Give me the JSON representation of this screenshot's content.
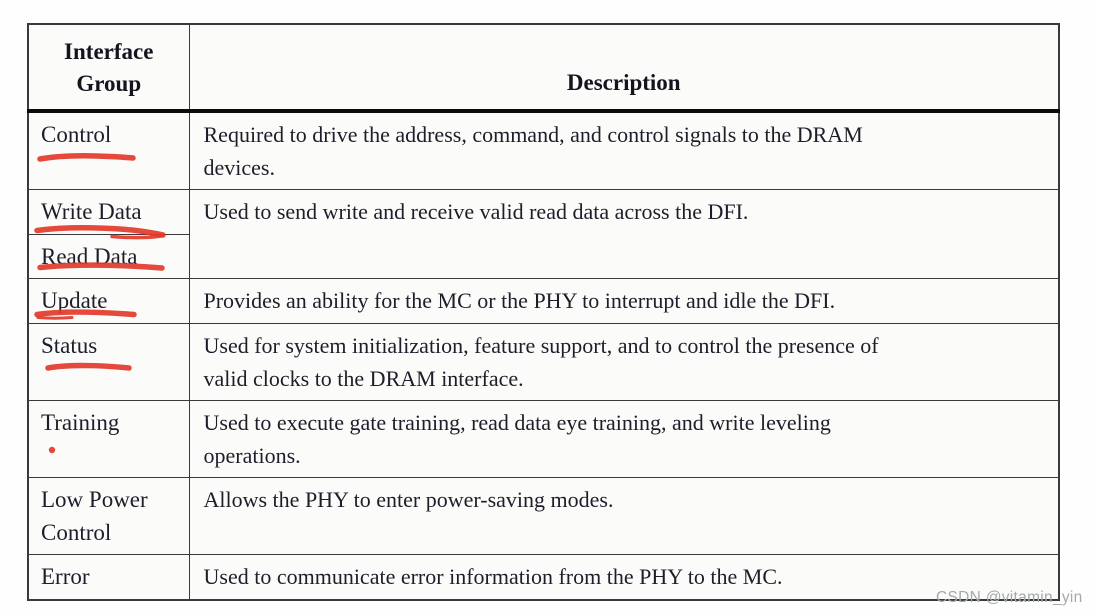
{
  "colors": {
    "accent_red": "#e23a2b",
    "text": "#1e1e2a",
    "border": "#3a3a3a",
    "header_sep": "#0b0b0b",
    "watermark": "#a3a9ae",
    "cell_bg": "#fbfbfa",
    "page_bg": "#fefefe"
  },
  "table": {
    "headers": [
      "Interface Group",
      "Description"
    ],
    "rows": [
      {
        "group": "Control",
        "description_lines": [
          "Required to drive the address, command, and control signals to the DRAM",
          "devices."
        ]
      },
      {
        "group": "Write Data",
        "description_lines": [
          "Used to send write and receive valid read data across the DFI."
        ]
      },
      {
        "group": "Read Data",
        "description_lines": []
      },
      {
        "group": "Update",
        "description_lines": [
          "Provides an ability for the MC or the PHY to interrupt and idle the DFI."
        ]
      },
      {
        "group": "Status",
        "description_lines": [
          "Used for system initialization, feature support, and to control the presence of",
          "valid clocks to the DRAM interface."
        ]
      },
      {
        "group": "Training",
        "description_lines": [
          "Used to execute gate training, read data eye training, and write leveling",
          "operations."
        ]
      },
      {
        "group": "Low Power Control",
        "description_lines": [
          "Allows the PHY to enter power-saving modes."
        ]
      },
      {
        "group": "Error",
        "description_lines": [
          "Used to communicate error information from the PHY to the MC."
        ]
      }
    ]
  },
  "annotations": {
    "underlined_groups": [
      "Control",
      "Write Data",
      "Read Data",
      "Update",
      "Status"
    ],
    "dot_marked_groups": [
      "Training"
    ]
  },
  "watermark": "CSDN @vitamin_yin"
}
